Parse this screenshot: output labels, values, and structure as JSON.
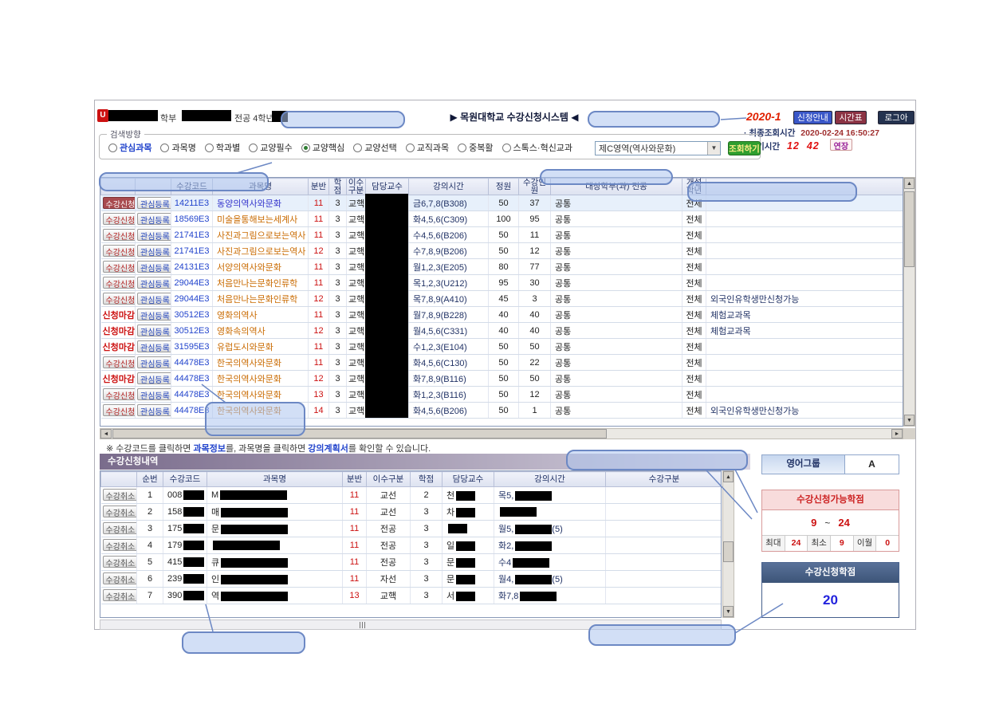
{
  "header": {
    "logo": "U",
    "dept_label": "학부",
    "user_label": "전공 4학년 김",
    "title": "▶ 목원대학교 수강신청시스템 ◀",
    "term": "2020-1",
    "btn_guide": "신청안내",
    "btn_timetable": "시간표",
    "btn_logout": "로그아웃",
    "last_query_label": "· 최종조회시간",
    "last_query_value": "2020-02-24 16:50:27",
    "wait_label": "· 대기시간",
    "wait_min": "12",
    "wait_sec": "42",
    "btn_extend": "연장"
  },
  "search": {
    "legend": "검색방향",
    "options": [
      {
        "label": "관심과목",
        "checked": false,
        "accent": true
      },
      {
        "label": "과목명",
        "checked": false
      },
      {
        "label": "학과별",
        "checked": false
      },
      {
        "label": "교양필수",
        "checked": false
      },
      {
        "label": "교양핵심",
        "checked": true
      },
      {
        "label": "교양선택",
        "checked": false
      },
      {
        "label": "교직과목",
        "checked": false
      },
      {
        "label": "중복활",
        "checked": false
      },
      {
        "label": "스톡스·혁신교과",
        "checked": false
      }
    ],
    "category_value": "제C영역(역사와문화)",
    "btn_search": "조회하기"
  },
  "course_table": {
    "headers": [
      "",
      "",
      "수강코드",
      "과목명",
      "분반",
      "학점",
      "이수구분",
      "담당교수",
      "강의시간",
      "정원",
      "수강인원",
      "대상학부(과) 전공",
      "개설학년",
      ""
    ],
    "btn_register": "수강신청",
    "btn_closed": "신청마감",
    "btn_favorite": "관심등록",
    "rows": [
      {
        "state": "selected",
        "code": "14211E3",
        "name": "동양의역사와문화",
        "visited": true,
        "sec": "11",
        "cr": "3",
        "type": "교핵",
        "time": "금6,7,8(B308)",
        "cap": "50",
        "enr": "37",
        "target": "공통",
        "year": "전체",
        "note": ""
      },
      {
        "state": "open",
        "code": "18569E3",
        "name": "미술을통해보는세계사",
        "sec": "11",
        "cr": "3",
        "type": "교핵",
        "time": "화4,5,6(C309)",
        "cap": "100",
        "enr": "95",
        "target": "공통",
        "year": "전체",
        "note": ""
      },
      {
        "state": "open",
        "code": "21741E3",
        "name": "사진과그림으로보는역사",
        "sec": "11",
        "cr": "3",
        "type": "교핵",
        "time": "수4,5,6(B206)",
        "cap": "50",
        "enr": "11",
        "target": "공통",
        "year": "전체",
        "note": ""
      },
      {
        "state": "open",
        "code": "21741E3",
        "name": "사진과그림으로보는역사",
        "sec": "12",
        "cr": "3",
        "type": "교핵",
        "time": "수7,8,9(B206)",
        "cap": "50",
        "enr": "12",
        "target": "공통",
        "year": "전체",
        "note": ""
      },
      {
        "state": "open",
        "code": "24131E3",
        "name": "서양의역사와문화",
        "sec": "11",
        "cr": "3",
        "type": "교핵",
        "time": "월1,2,3(E205)",
        "cap": "80",
        "enr": "77",
        "target": "공통",
        "year": "전체",
        "note": ""
      },
      {
        "state": "open",
        "code": "29044E3",
        "name": "처음만나는문화인류학",
        "sec": "11",
        "cr": "3",
        "type": "교핵",
        "time": "목1,2,3(U212)",
        "cap": "95",
        "enr": "30",
        "target": "공통",
        "year": "전체",
        "note": ""
      },
      {
        "state": "open",
        "code": "29044E3",
        "name": "처음만나는문화인류학",
        "sec": "12",
        "cr": "3",
        "type": "교핵",
        "time": "목7,8,9(A410)",
        "cap": "45",
        "enr": "3",
        "target": "공통",
        "year": "전체",
        "note": "외국인유학생만신청가능"
      },
      {
        "state": "closed",
        "code": "30512E3",
        "name": "영화의역사",
        "sec": "11",
        "cr": "3",
        "type": "교핵",
        "time": "월7,8,9(B228)",
        "cap": "40",
        "enr": "40",
        "target": "공통",
        "year": "전체",
        "note": "체험교과목"
      },
      {
        "state": "closed",
        "code": "30512E3",
        "name": "영화속의역사",
        "sec": "12",
        "cr": "3",
        "type": "교핵",
        "time": "월4,5,6(C331)",
        "cap": "40",
        "enr": "40",
        "target": "공통",
        "year": "전체",
        "note": "체험교과목"
      },
      {
        "state": "closed",
        "code": "31595E3",
        "name": "유럽도시와문화",
        "sec": "11",
        "cr": "3",
        "type": "교핵",
        "time": "수1,2,3(E104)",
        "cap": "50",
        "enr": "50",
        "target": "공통",
        "year": "전체",
        "note": ""
      },
      {
        "state": "open",
        "code": "44478E3",
        "name": "한국의역사와문화",
        "sec": "11",
        "cr": "3",
        "type": "교핵",
        "time": "화4,5,6(C130)",
        "cap": "50",
        "enr": "22",
        "target": "공통",
        "year": "전체",
        "note": ""
      },
      {
        "state": "closed",
        "code": "44478E3",
        "name": "한국의역사와문화",
        "sec": "12",
        "cr": "3",
        "type": "교핵",
        "time": "화7,8,9(B116)",
        "cap": "50",
        "enr": "50",
        "target": "공통",
        "year": "전체",
        "note": ""
      },
      {
        "state": "open",
        "code": "44478E3",
        "name": "한국의역사와문화",
        "sec": "13",
        "cr": "3",
        "type": "교핵",
        "time": "화1,2,3(B116)",
        "cap": "50",
        "enr": "12",
        "target": "공통",
        "year": "전체",
        "note": ""
      },
      {
        "state": "open",
        "code": "44478E3",
        "name": "한국의역사와문화",
        "sec": "14",
        "cr": "3",
        "type": "교핵",
        "time": "화4,5,6(B206)",
        "cap": "50",
        "enr": "1",
        "target": "공통",
        "year": "전체",
        "note": "외국인유학생만신청가능"
      }
    ]
  },
  "note": {
    "p1": "※ 수강코드를 클릭하면 ",
    "link1": "과목정보",
    "p2": "를, 과목명을 클릭하면 ",
    "link2": "강의계획서",
    "p3": "를 확인할 수 있습니다."
  },
  "enrolled": {
    "title": "수강신청내역",
    "btn_cancel": "수강취소",
    "headers": [
      "",
      "순번",
      "수강코드",
      "과목명",
      "분반",
      "이수구분",
      "학점",
      "담당교수",
      "강의시간",
      "수강구분"
    ],
    "rows": [
      {
        "no": "1",
        "code": "008",
        "name": "M",
        "sec": "11",
        "type": "교선",
        "cr": "2",
        "prof": "천",
        "time": "목5,",
        "time_suffix": "",
        "division": ""
      },
      {
        "no": "2",
        "code": "158",
        "name": "매",
        "sec": "11",
        "type": "교선",
        "cr": "3",
        "prof": "차",
        "time": "",
        "time_suffix": "",
        "division": ""
      },
      {
        "no": "3",
        "code": "175",
        "name": "문",
        "sec": "11",
        "type": "전공",
        "cr": "3",
        "prof": "",
        "time": "월5,",
        "time_suffix": "(5)",
        "division": ""
      },
      {
        "no": "4",
        "code": "179",
        "name": "",
        "sec": "11",
        "type": "전공",
        "cr": "3",
        "prof": "일",
        "time": "화2,",
        "time_suffix": "",
        "division": ""
      },
      {
        "no": "5",
        "code": "415",
        "name": "큐",
        "sec": "11",
        "type": "전공",
        "cr": "3",
        "prof": "문",
        "time": "수4",
        "time_suffix": "",
        "division": ""
      },
      {
        "no": "6",
        "code": "239",
        "name": "인",
        "sec": "11",
        "type": "자선",
        "cr": "3",
        "prof": "문",
        "time": "월4,",
        "time_suffix": "(5)",
        "division": ""
      },
      {
        "no": "7",
        "code": "390",
        "name": "역",
        "sec": "13",
        "type": "교핵",
        "cr": "3",
        "prof": "서",
        "time": "화7,8",
        "time_suffix": "",
        "division": ""
      }
    ]
  },
  "summary": {
    "english_group_label": "영어그룹",
    "english_group_value": "A",
    "available_title": "수강신청가능학점",
    "available_min": "9",
    "available_tilde": "~",
    "available_max": "24",
    "max_label": "최대",
    "max_value": "24",
    "min_label": "최소",
    "min_value": "9",
    "carry_label": "이월",
    "carry_value": "0",
    "registered_title": "수강신청학점",
    "registered_value": "20"
  },
  "colors": {
    "accent_red": "#CC1111",
    "term_red": "#E02000",
    "link_blue": "#2244CC",
    "course_orange": "#C96A00",
    "green_button": "#2F9E2F",
    "callout_border": "#6C88C4"
  }
}
